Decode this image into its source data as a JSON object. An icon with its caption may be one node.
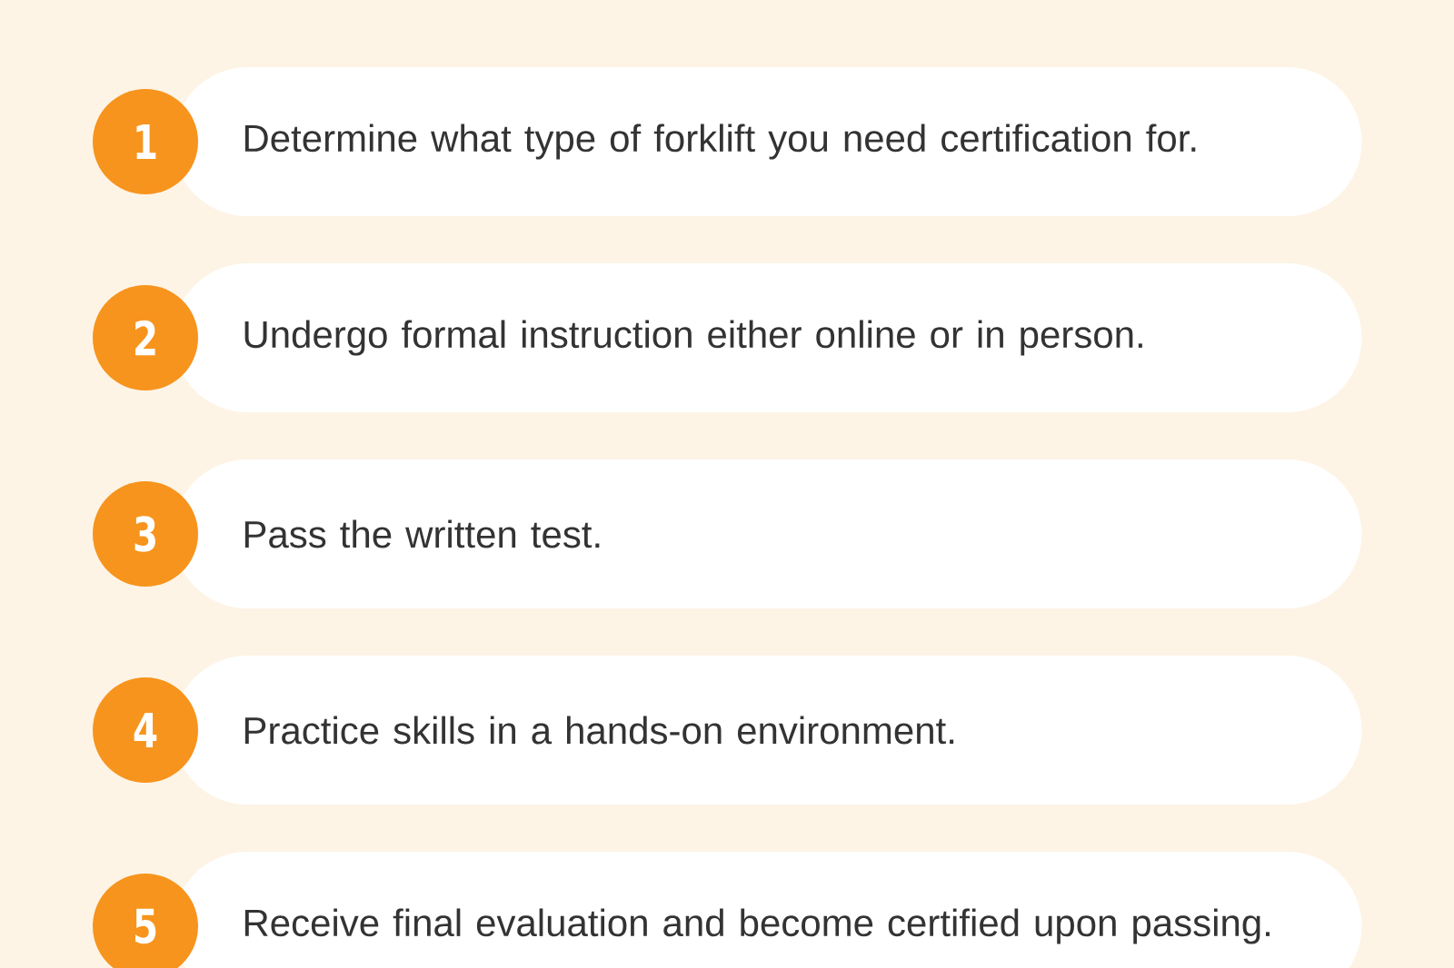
{
  "diagram": {
    "nodes": [
      {
        "text": [
          "1"
        ]
      },
      {
        "text": [
          "Determine what type of forklift you need certification for."
        ]
      },
      {
        "text": [
          "2"
        ]
      },
      {
        "text": [
          "Undergo formal instruction either online or in person."
        ]
      },
      {
        "text": [
          "3"
        ]
      },
      {
        "text": [
          "Pass the written test."
        ]
      },
      {
        "text": [
          "4"
        ]
      },
      {
        "text": [
          "Practice skills in a hands-on environment."
        ]
      },
      {
        "text": [
          "5"
        ]
      },
      {
        "text": [
          "Receive final evaluation and become certified upon passing."
        ]
      }
    ]
  }
}
